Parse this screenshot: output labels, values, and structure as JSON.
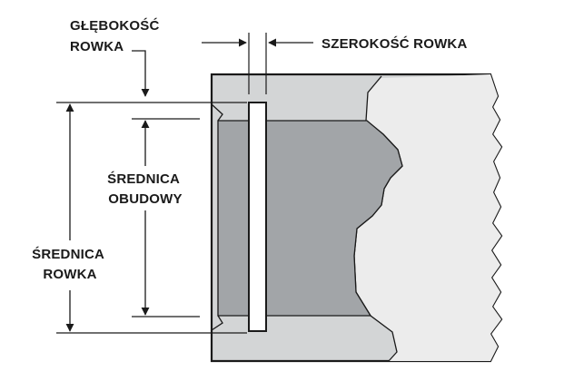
{
  "labels": {
    "groove_depth": [
      "GŁĘBOKOŚĆ",
      "ROWKA"
    ],
    "groove_width": "SZEROKOŚĆ ROWKA",
    "housing_diameter": [
      "ŚREDNICA",
      "OBUDOWY"
    ],
    "groove_diameter": [
      "ŚREDNICA",
      "ROWKA"
    ]
  },
  "colors": {
    "outline": "#1a1a1a",
    "housing_face": "#d3d5d6",
    "housing_bore": "#a2a5a8",
    "shaft": "#ececec",
    "groove": "#ffffff"
  }
}
